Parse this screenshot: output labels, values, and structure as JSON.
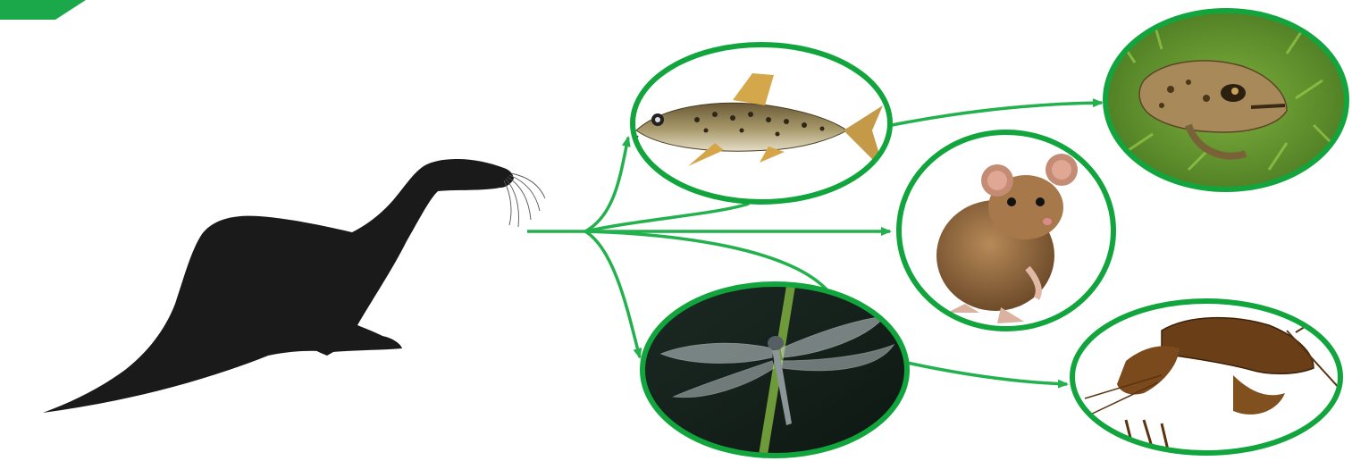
{
  "slide": {
    "title": "",
    "accent_color": "#1aa84a",
    "arrow_color": "#22b14c",
    "ring_color": "#12a53e"
  },
  "predator": {
    "name": "otter-silhouette",
    "fill": "#1a1a1a"
  },
  "prey": [
    {
      "id": "fish",
      "icon": "fish-icon"
    },
    {
      "id": "frog",
      "icon": "frog-icon"
    },
    {
      "id": "mouse",
      "icon": "mouse-icon"
    },
    {
      "id": "dragonfly",
      "icon": "dragonfly-icon"
    },
    {
      "id": "crayfish",
      "icon": "crayfish-icon"
    }
  ]
}
